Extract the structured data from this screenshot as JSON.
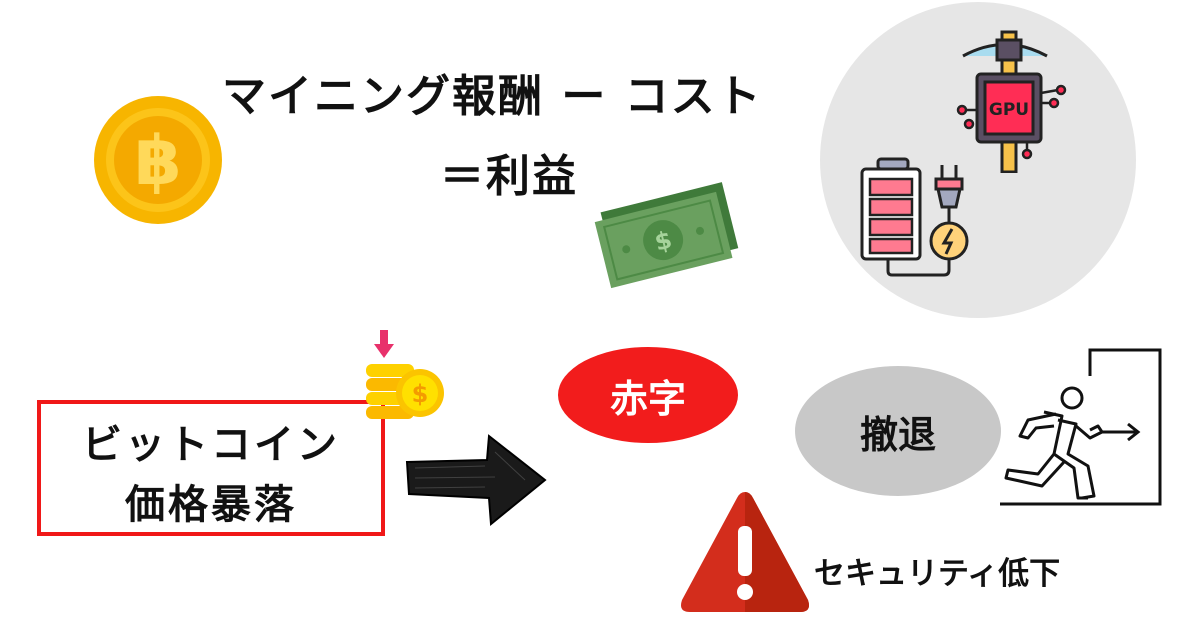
{
  "title": {
    "line1": "マイニング報酬 ー コスト",
    "line2": "＝利益"
  },
  "gpu_icon_label": "GPU",
  "price_crash": {
    "line1": "ビットコイン",
    "line2": "価格暴落"
  },
  "deficit_label": "赤字",
  "withdrawal_label": "撤退",
  "security_label": "セキュリティ低下",
  "colors": {
    "red": "#f21c1c",
    "gray_circle": "#e6e6e6",
    "gray_ellipse": "#c8c8c8",
    "gold": "#f5b400"
  }
}
